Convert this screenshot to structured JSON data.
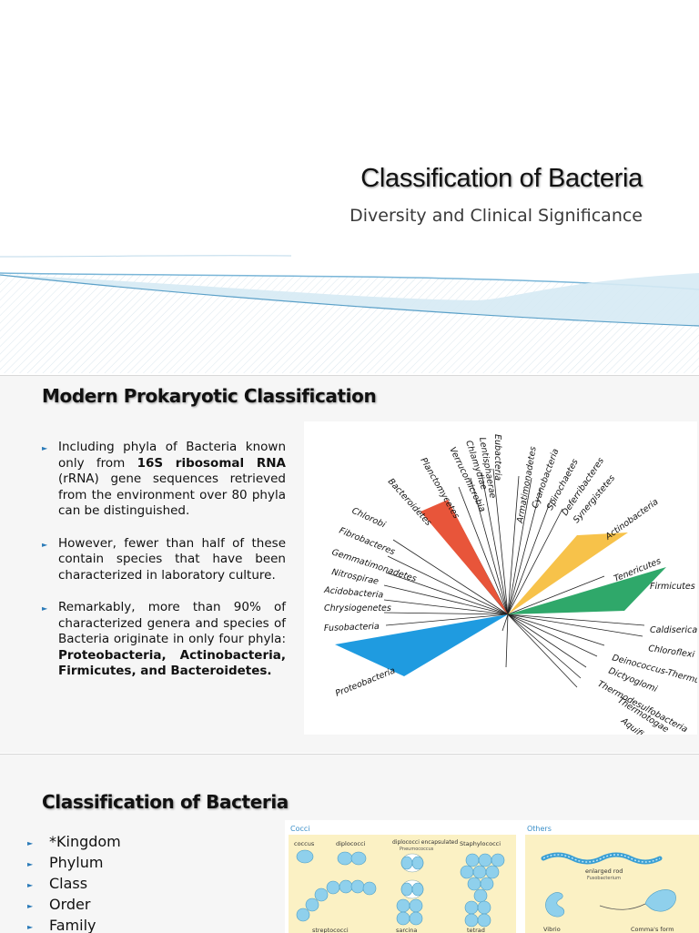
{
  "slide1": {
    "title": "Classification of Bacteria",
    "subtitle": "Diversity and Clinical Significance"
  },
  "slide2": {
    "heading": "Modern Prokaryotic Classification",
    "bullets": [
      {
        "pre": "Including phyla of Bacteria known only from ",
        "bold": "16S ribosomal RNA",
        "post": " (rRNA) gene sequences retrieved from the environment over 80 phyla can be distinguished."
      },
      {
        "text": "However, fewer than half of these contain species that have been characterized in laboratory culture."
      },
      {
        "pre": "Remarkably, more than 90% of characterized genera and species of Bacteria originate in only four phyla: ",
        "bold": "Proteobacteria, Actinobacteria, Firmicutes, and Bacteroidetes."
      }
    ],
    "tree_labels": [
      "Eubacteria",
      "Lentisphaerae",
      "Chlamydiae",
      "Verrucomicrobia",
      "Planctomycetes",
      "Bacteroidetes",
      "Chlorobi",
      "Fibrobacteres",
      "Gemmatimonadetes",
      "Nitrospirae",
      "Acidobacteria",
      "Chrysiogenetes",
      "Fusobacteria",
      "Proteobacteria",
      "Armatimonadetes",
      "Cyanobacteria",
      "Spirochaetes",
      "Deferribacteres",
      "Synergistetes",
      "Actinobacteria",
      "Tenericutes",
      "Firmicutes",
      "Caldiserica",
      "Chloroflexi",
      "Deinococcus-Thermus",
      "Dictyoglomi",
      "Thermodesulfobacteria",
      "Thermotogae",
      "Aquificae"
    ],
    "colors": {
      "bacteroidetes": "#e8553a",
      "actinobacteria": "#f7c24a",
      "firmicutes": "#2fa86a",
      "proteobacteria": "#1f9be0"
    }
  },
  "slide3": {
    "heading": "Classification of Bacteria",
    "levels": [
      "*Kingdom",
      "Phylum",
      "Class",
      "Order",
      "Family"
    ],
    "morphology": {
      "cocci_label": "Cocci",
      "others_label": "Others",
      "coccus": "coccus",
      "diplococci": "diplococci",
      "diplococci_encapsulated": "diplococci encapsulated",
      "pneumococcus": "Pneumococcus",
      "staphylococci": "Staphylococci",
      "streptococci": "streptococci",
      "sarcina": "sarcina",
      "tetrad": "tetrad",
      "enlarged_rod": "enlarged rod",
      "fusobacterium": "Fusobacterium",
      "vibrio": "Vibrio",
      "commas_form": "Comma's form",
      "panel_color": "#fbf1c4",
      "cell_color": "#8fd0ec"
    }
  }
}
